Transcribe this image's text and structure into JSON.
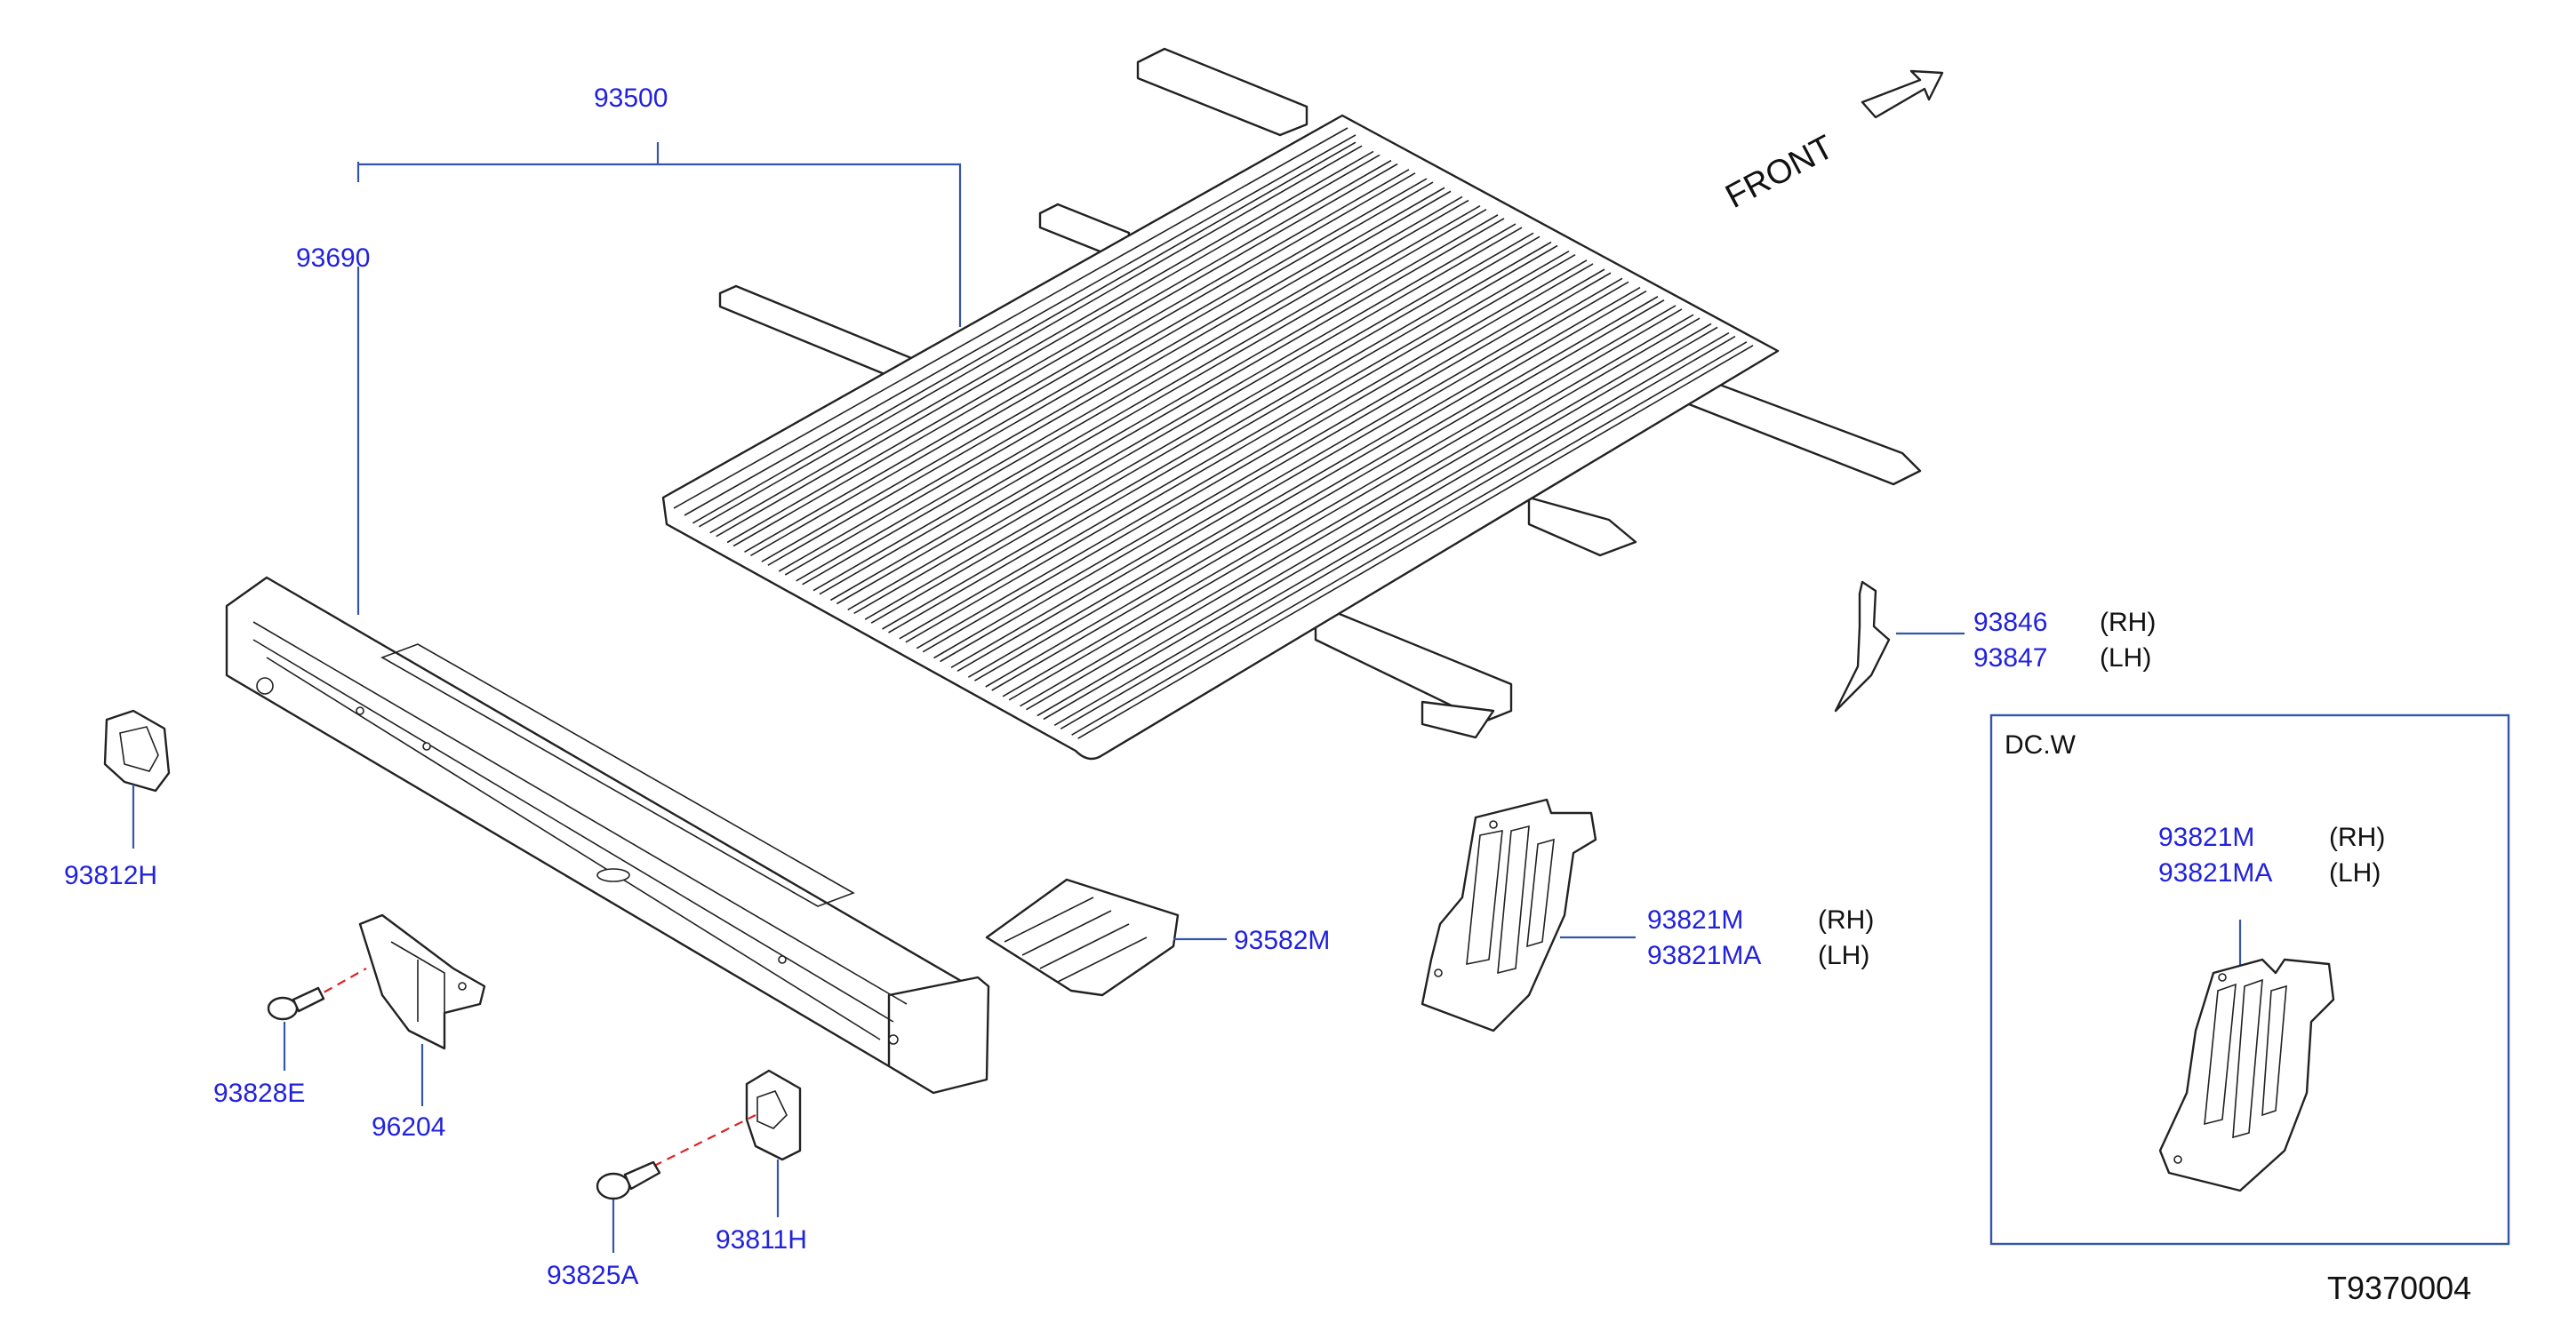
{
  "diagram": {
    "code": "T9370004",
    "front_label": "FRONT",
    "inset": {
      "title": "DC.W"
    },
    "callouts": [
      {
        "id": "93500",
        "text": "93500"
      },
      {
        "id": "93690",
        "text": "93690"
      },
      {
        "id": "93846",
        "text": "93846",
        "side": "(RH)"
      },
      {
        "id": "93847",
        "text": "93847",
        "side": "(LH)"
      },
      {
        "id": "93812H",
        "text": "93812H"
      },
      {
        "id": "93582M",
        "text": "93582M"
      },
      {
        "id": "93821M",
        "text": "93821M",
        "side": "(RH)"
      },
      {
        "id": "93821MA",
        "text": "93821MA",
        "side": "(LH)"
      },
      {
        "id": "93821M_inset",
        "text": "93821M",
        "side": "(RH)"
      },
      {
        "id": "93821MA_inset",
        "text": "93821MA",
        "side": "(LH)"
      },
      {
        "id": "93828E",
        "text": "93828E"
      },
      {
        "id": "96204",
        "text": "96204"
      },
      {
        "id": "93825A",
        "text": "93825A"
      },
      {
        "id": "93811H",
        "text": "93811H"
      }
    ]
  },
  "colors": {
    "callout": "#2222dd",
    "leader": "#3355aa",
    "part_outline": "#222222",
    "fastener_path": "#dd2222"
  }
}
